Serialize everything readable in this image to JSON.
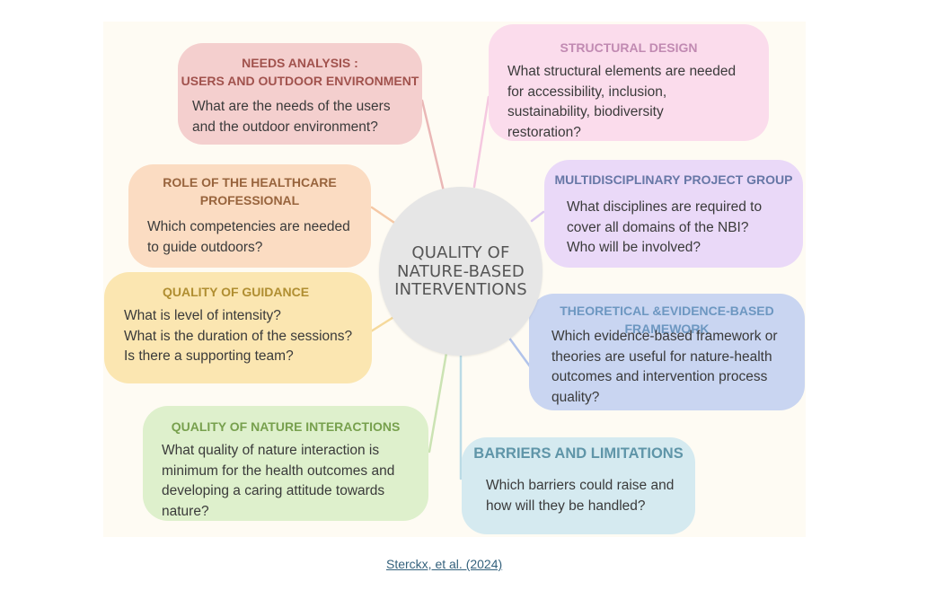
{
  "center": {
    "lines": [
      "QUALITY OF",
      "NATURE-BASED",
      "INTERVENTIONS"
    ],
    "color": "#e6e6e6"
  },
  "nodes": [
    {
      "id": "needs-analysis",
      "heading": [
        "NEEDS ANALYSIS :",
        "USERS AND OUTDOOR ENVIRONMENT"
      ],
      "question": [
        "What are the needs of the users",
        "and the  outdoor environment?"
      ],
      "fill": "#f4cfce",
      "heading_color": "#a1524d",
      "connector": "#eab7b6"
    },
    {
      "id": "structural-design",
      "heading": [
        "STRUCTURAL DESIGN"
      ],
      "question": [
        "What structural elements are needed",
        "for accessibility, inclusion,",
        "sustainability, biodiversity",
        "restoration?"
      ],
      "fill": "#fbdcec",
      "heading_color": "#c18ab2",
      "connector": "#f5c8e0"
    },
    {
      "id": "healthcare-professional",
      "heading": [
        "ROLE OF THE HEALTHCARE",
        "PROFESSIONAL"
      ],
      "question": [
        "Which competencies are needed",
        "to guide outdoors?"
      ],
      "fill": "#fbdcc2",
      "heading_color": "#98643d",
      "connector": "#f5c8a5"
    },
    {
      "id": "multidisciplinary",
      "heading": [
        "MULTIDISCIPLINARY PROJECT GROUP"
      ],
      "question": [
        "What disciplines are required to",
        "cover all domains of the NBI?",
        "Who will be involved?"
      ],
      "fill": "#ead9f8",
      "heading_color": "#6777a6",
      "connector": "#dcc8f0"
    },
    {
      "id": "quality-guidance",
      "heading": [
        "QUALITY OF GUIDANCE"
      ],
      "question": [
        "What is level of intensity?",
        "What is the duration of the sessions?",
        "Is there a supporting team?"
      ],
      "fill": "#fbe6b1",
      "heading_color": "#b08e31",
      "connector": "#f5d99b"
    },
    {
      "id": "theoretical",
      "heading": [
        "THEORETICAL &EVIDENCE-BASED",
        "FRAMEWORK"
      ],
      "question": [
        "Which evidence-based framework or",
        "theories are useful for nature-health",
        "outcomes and  intervention process",
        "quality?"
      ],
      "fill": "#c9d5f1",
      "heading_color": "#6d97c1",
      "connector": "#b1c3ea"
    },
    {
      "id": "nature-interactions",
      "heading": [
        "QUALITY OF NATURE INTERACTIONS"
      ],
      "question": [
        "What quality of nature interaction is",
        "minimum for the health outcomes and",
        "developing a caring attitude towards",
        "nature?"
      ],
      "fill": "#def0cc",
      "heading_color": "#77a04d",
      "connector": "#cbe3b3"
    },
    {
      "id": "barriers",
      "heading": [
        "BARRIERS AND LIMITATIONS"
      ],
      "question": [
        "Which barriers could raise and",
        "how will they be handled?"
      ],
      "fill": "#d5eaf0",
      "heading_color": "#5f95a8",
      "connector": "#bbdbe6"
    }
  ],
  "citation": "Sterckx, et al. (2024)"
}
